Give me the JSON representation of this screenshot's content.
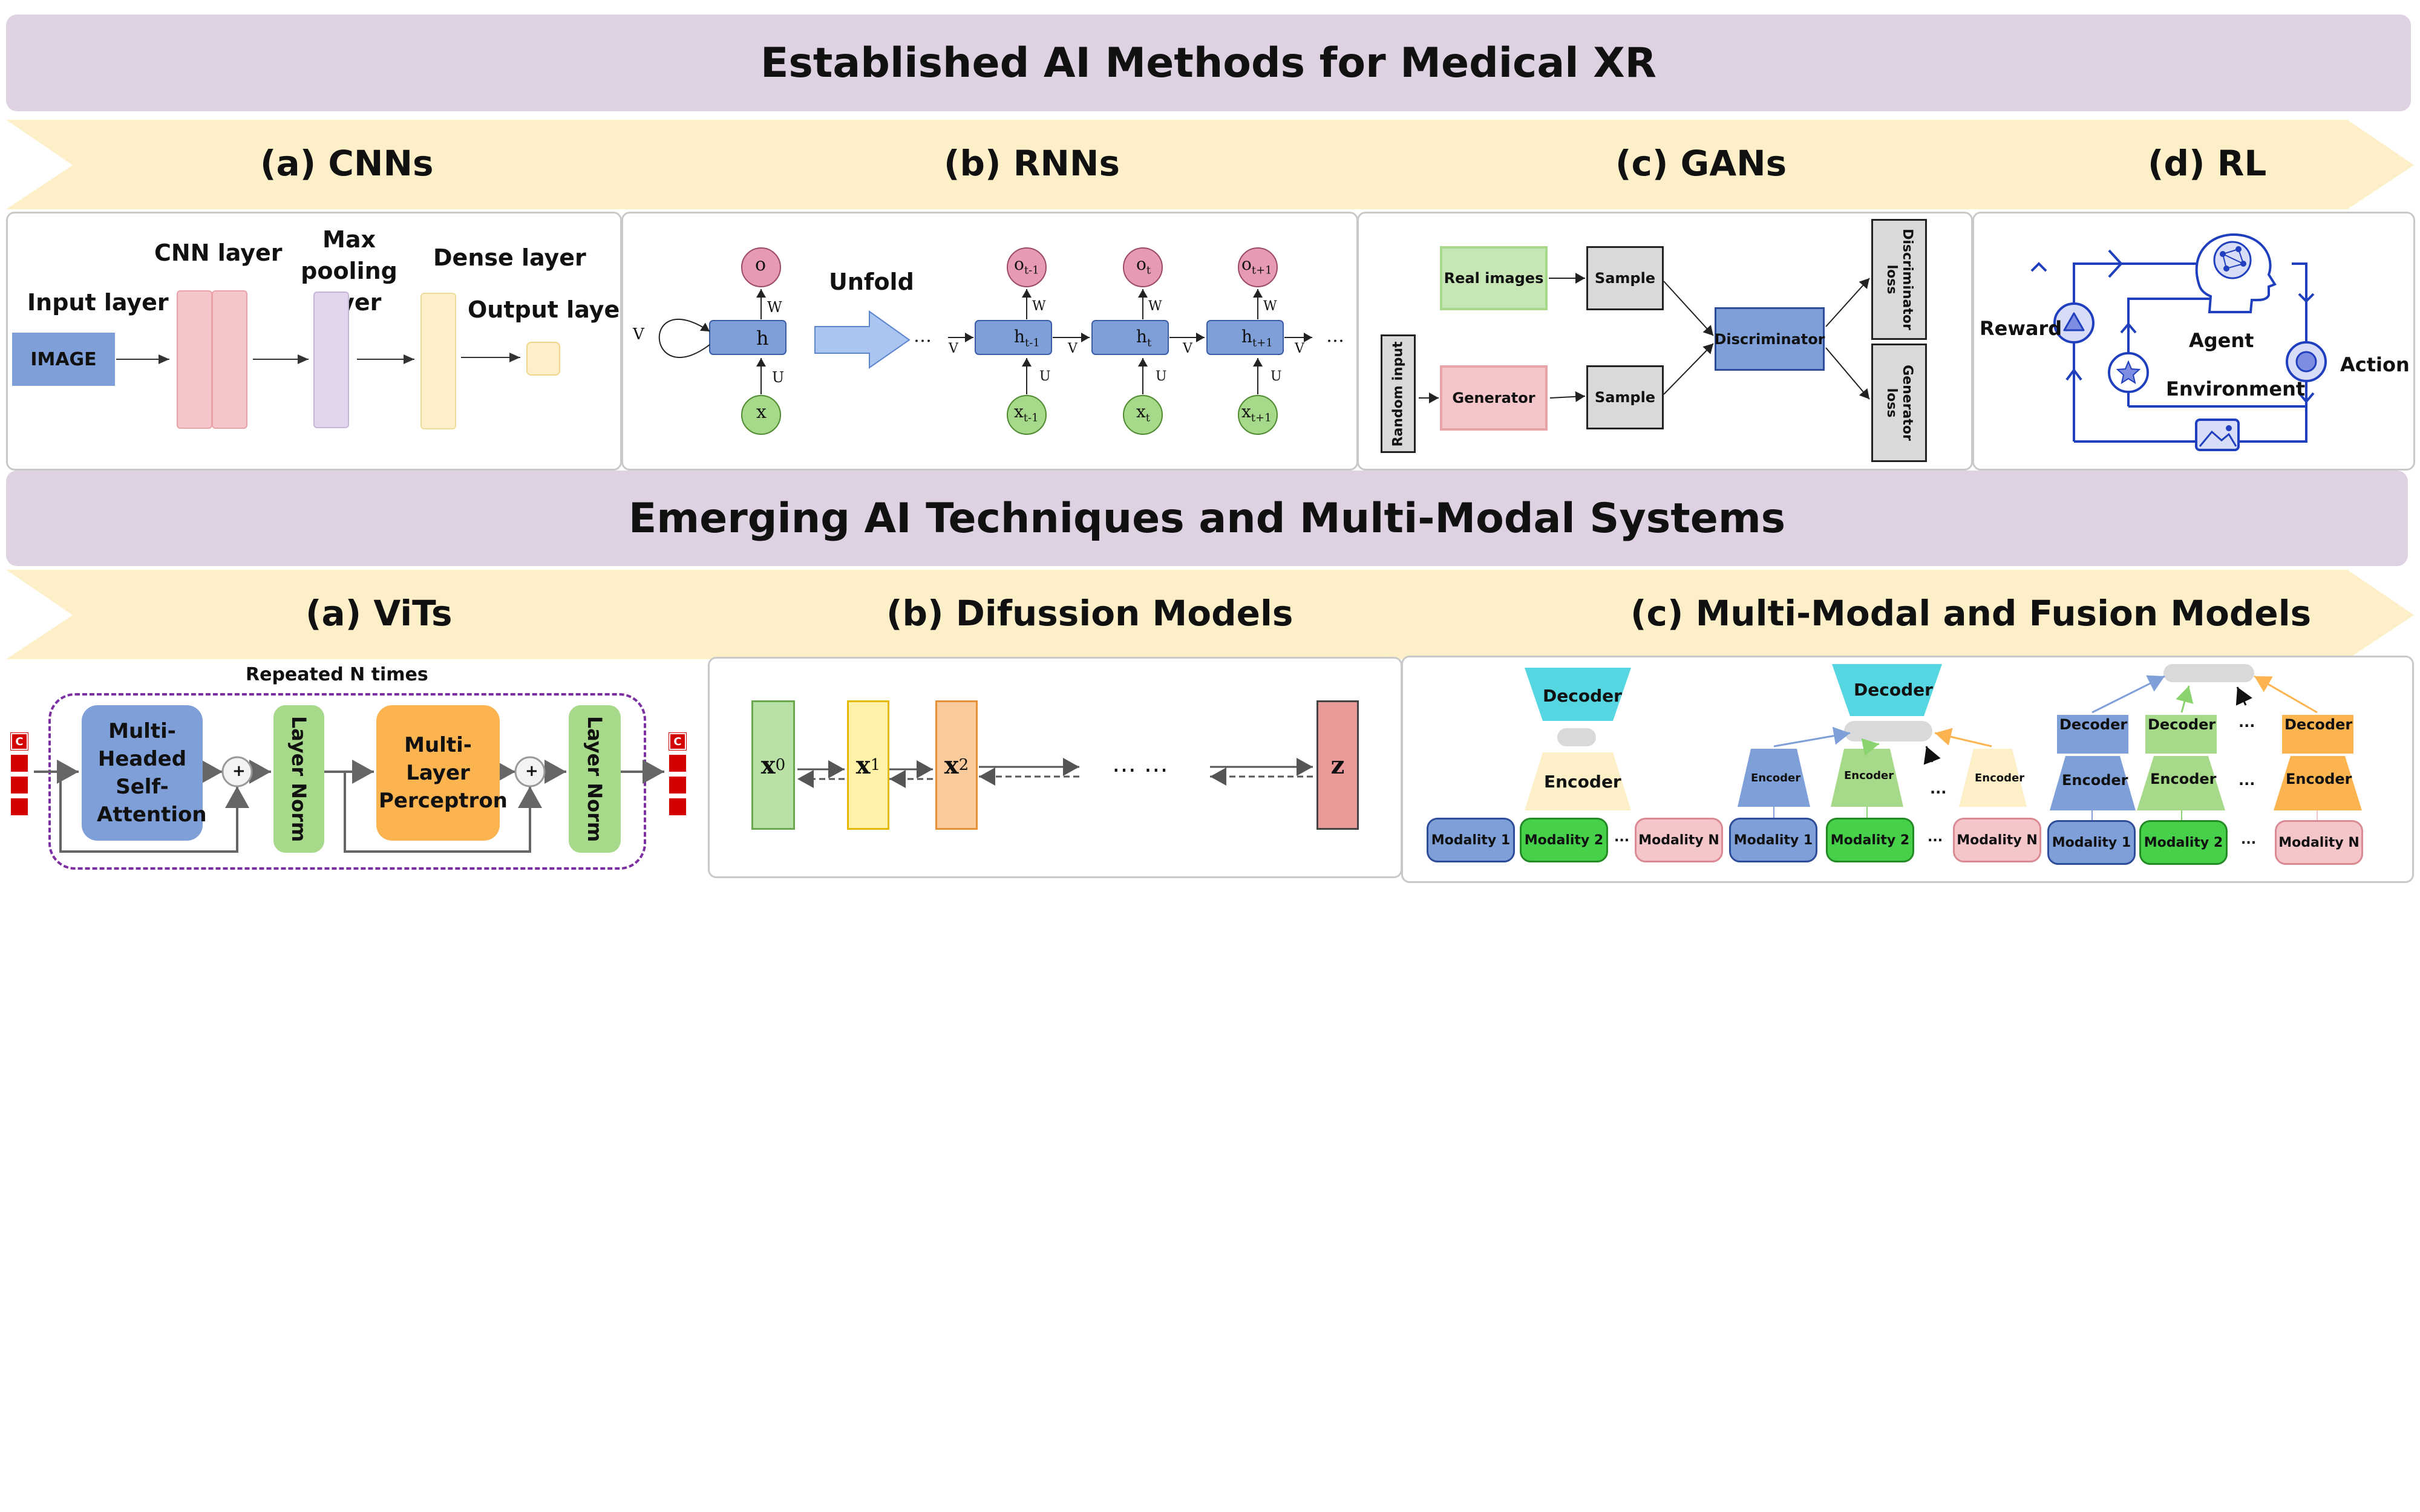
{
  "top_banner": {
    "title": "Established AI Methods for Medical XR"
  },
  "bottom_banner": {
    "title": "Emerging AI Techniques and Multi-Modal Systems"
  },
  "established": {
    "sections": [
      "(a) CNNs",
      "(b) RNNs",
      "(c) GANs",
      "(d) RL"
    ],
    "cnn": {
      "input_layer": "Input layer",
      "image": "IMAGE",
      "cnn_layer": "CNN layer",
      "max_pooling_layer": "Max pooling layer",
      "dense_layer": "Dense layer",
      "output_layer": "Output layer"
    },
    "rnn": {
      "o": "o",
      "h": "h",
      "x": "x",
      "v": "V",
      "w": "W",
      "u": "U",
      "unfold": "Unfold",
      "dots": "…",
      "o_tm1": "o",
      "o_t": "o",
      "o_tp1": "o",
      "h_tm1": "h",
      "h_t": "h",
      "h_tp1": "h",
      "x_tm1": "x",
      "x_t": "x",
      "x_tp1": "x",
      "sub_tm1": "t-1",
      "sub_t": "t",
      "sub_tp1": "t+1"
    },
    "gan": {
      "real_images": "Real images",
      "sample_1": "Sample",
      "sample_2": "Sample",
      "generator": "Generator",
      "random_input": "Random input",
      "discriminator": "Discriminator",
      "discriminator_loss": "Discriminator loss",
      "generator_loss": "Generator loss"
    },
    "rl": {
      "reward": "Reward",
      "agent": "Agent",
      "environment": "Environment",
      "action": "Action"
    }
  },
  "emerging": {
    "sections": [
      "(a) ViTs",
      "(b) Difussion Models",
      "(c) Multi-Modal and Fusion Models"
    ],
    "vit": {
      "repeated": "Repeated N times",
      "mhsa": "Multi-Headed Self-Attention",
      "layer_norm_1": "Layer Norm",
      "mlp": "Multi-Layer Perceptron",
      "layer_norm_2": "Layer Norm",
      "plus": "+",
      "c_token": "C"
    },
    "diffusion": {
      "x0": "x",
      "x0_sub": "0",
      "x1": "x",
      "x1_sub": "1",
      "x2": "x",
      "x2_sub": "2",
      "dots": "…  …",
      "z": "z"
    },
    "multimodal": {
      "decoder": "Decoder",
      "encoder": "Encoder",
      "modality_1": "Modality 1",
      "modality_2": "Modality 2",
      "modality_n": "Modality N",
      "ellipsis": "..."
    }
  },
  "colors": {
    "banner": "#ddd1e2",
    "chevron": "#fdf0c8",
    "blue": "#7f9fd8",
    "pink": "#f5c6c9",
    "lavender": "#e1d5ec",
    "cream": "#fdf0c8",
    "green": "#a7d98a",
    "orange": "#fbb450",
    "teal": "#55d6e0",
    "rl_blue": "#1f3fbf"
  }
}
